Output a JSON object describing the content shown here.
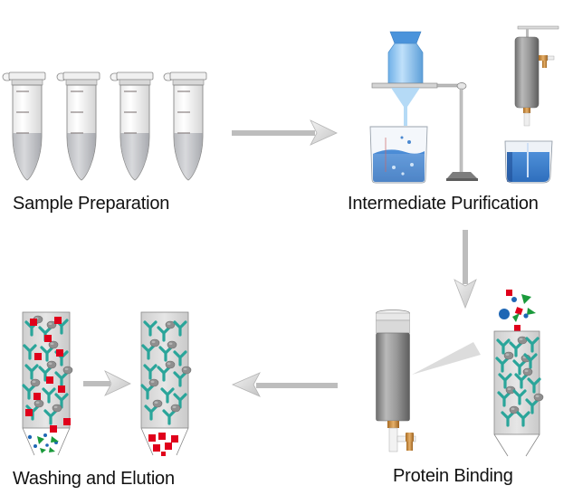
{
  "steps": [
    {
      "id": "sample-preparation",
      "label": "Sample Preparation"
    },
    {
      "id": "intermediate-purification",
      "label": "Intermediate Purification"
    },
    {
      "id": "protein-binding",
      "label": "Protein Binding"
    },
    {
      "id": "washing-and-elution",
      "label": "Washing and Elution"
    }
  ],
  "flow": [
    {
      "from": "sample-preparation",
      "to": "intermediate-purification",
      "direction": "right"
    },
    {
      "from": "intermediate-purification",
      "to": "protein-binding",
      "direction": "down"
    },
    {
      "from": "protein-binding",
      "to": "washing-and-elution",
      "direction": "left"
    },
    {
      "from": "washing-column",
      "to": "elution-column",
      "direction": "right"
    }
  ],
  "sample_preparation": {
    "tube_count": 4
  },
  "colors": {
    "arrow": "#bdbdbd",
    "antibody": "#2aa59a",
    "antigen": "#8c8c8c",
    "impurity_red": "#e0001b",
    "impurity_blue": "#1f67b5",
    "impurity_green": "#1a9a3b",
    "liquid_blue": "#3d7fd0",
    "column_gray": "#9a9a9a",
    "valve_brass": "#c8893a"
  }
}
